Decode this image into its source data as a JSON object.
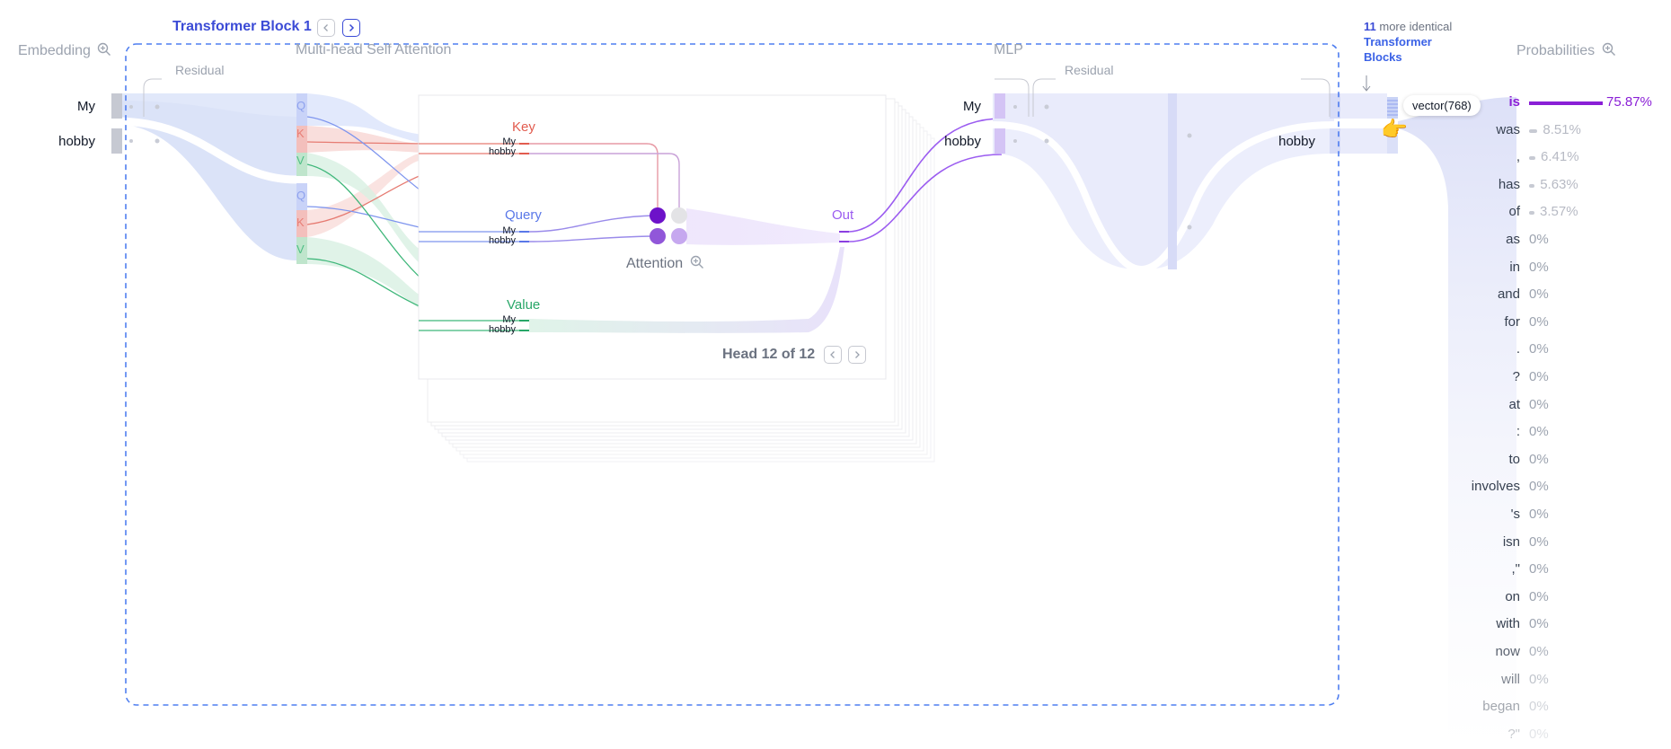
{
  "embedding": {
    "title": "Embedding"
  },
  "block": {
    "title": "Transformer Block 1",
    "prev": "<",
    "next": ">"
  },
  "attention_section": {
    "title": "Multi-head Self Attention"
  },
  "mlp_section": {
    "title": "MLP"
  },
  "residual_label": "Residual",
  "tokens": [
    "My",
    "hobby"
  ],
  "qkv_letters": {
    "q": "Q",
    "k": "K",
    "v": "V"
  },
  "head": {
    "key": "Key",
    "query": "Query",
    "value": "Value",
    "out": "Out",
    "attention": "Attention",
    "footer": "Head 12 of 12"
  },
  "more_blocks": {
    "count": "11",
    "text": "more identical",
    "link": "Transformer Blocks"
  },
  "probabilities": {
    "title": "Probabilities",
    "tooltip": "vector(768)",
    "items": [
      {
        "word": "is",
        "value": "75.87%",
        "p": 75.87
      },
      {
        "word": "was",
        "value": "8.51%",
        "p": 8.51
      },
      {
        "word": ",",
        "value": "6.41%",
        "p": 6.41
      },
      {
        "word": "has",
        "value": "5.63%",
        "p": 5.63
      },
      {
        "word": "of",
        "value": "3.57%",
        "p": 3.57
      },
      {
        "word": "as",
        "value": "0%",
        "p": 0
      },
      {
        "word": "in",
        "value": "0%",
        "p": 0
      },
      {
        "word": "and",
        "value": "0%",
        "p": 0
      },
      {
        "word": "for",
        "value": "0%",
        "p": 0
      },
      {
        "word": ".",
        "value": "0%",
        "p": 0
      },
      {
        "word": "?",
        "value": "0%",
        "p": 0
      },
      {
        "word": "at",
        "value": "0%",
        "p": 0
      },
      {
        "word": ":",
        "value": "0%",
        "p": 0
      },
      {
        "word": "to",
        "value": "0%",
        "p": 0
      },
      {
        "word": "involves",
        "value": "0%",
        "p": 0
      },
      {
        "word": "'s",
        "value": "0%",
        "p": 0
      },
      {
        "word": "isn",
        "value": "0%",
        "p": 0
      },
      {
        "word": ",\"",
        "value": "0%",
        "p": 0
      },
      {
        "word": "on",
        "value": "0%",
        "p": 0
      },
      {
        "word": "with",
        "value": "0%",
        "p": 0
      },
      {
        "word": "now",
        "value": "0%",
        "p": 0
      },
      {
        "word": "will",
        "value": "0%",
        "p": 0
      },
      {
        "word": "began",
        "value": "0%",
        "p": 0
      },
      {
        "word": "?\"",
        "value": "0%",
        "p": 0
      }
    ]
  },
  "colors": {
    "accent": "#3b4bd6",
    "key": "#e25c4f",
    "query": "#5a78e8",
    "value": "#28a768",
    "out": "#9b5cf0",
    "top_prob": "#8a1fd6"
  }
}
